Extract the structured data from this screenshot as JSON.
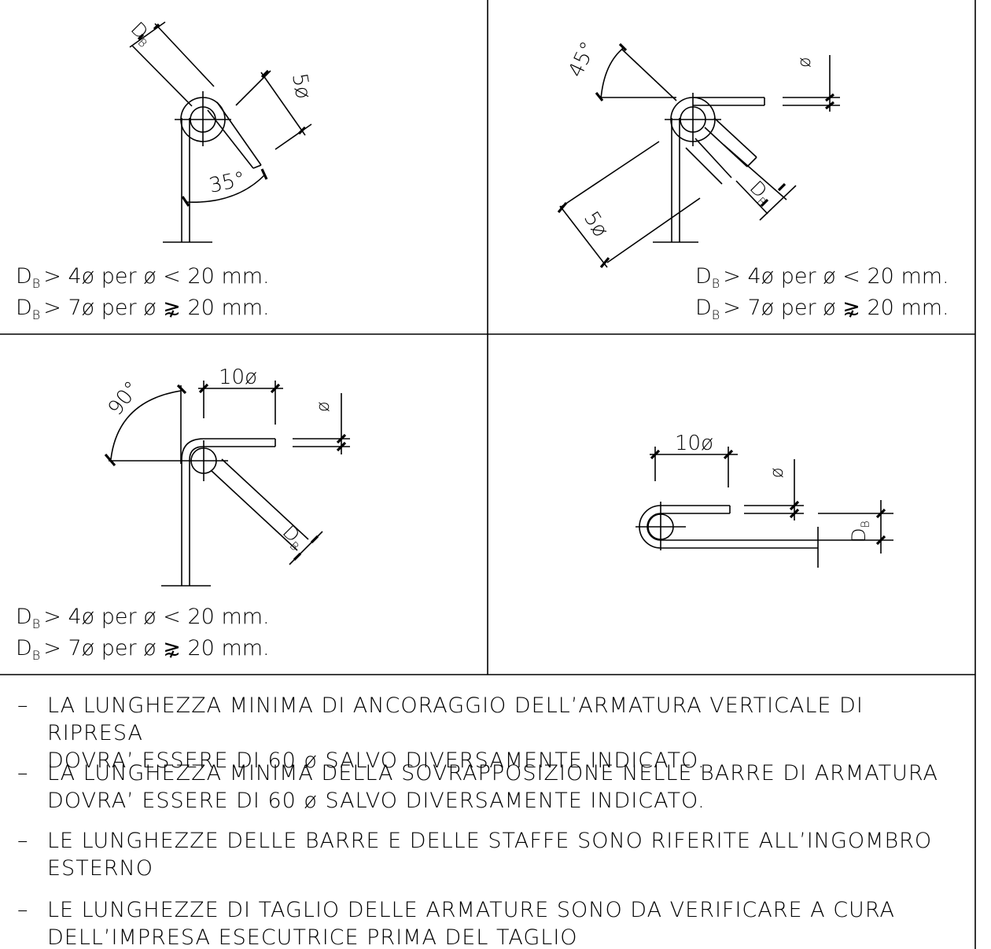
{
  "dims": {
    "db": "D",
    "db_sub": "B",
    "five_phi": "5ø",
    "ten_phi": "10ø",
    "phi": "ø",
    "angle_35": "35°",
    "angle_45": "45°",
    "angle_90": "90°"
  },
  "condition_lines": [
    {
      "sym": "D",
      "sub": "B",
      "rest": "> 4ø  per  ø < 20  mm."
    },
    {
      "sym": "D",
      "sub": "B",
      "rest": "> 7ø  per  ø ⋧ 20  mm."
    }
  ],
  "notes": [
    "LA LUNGHEZZA MINIMA DI ANCORAGGIO DELL’ARMATURA VERTICALE DI RIPRESA\nDOVRA’ ESSERE DI 60 ø SALVO DIVERSAMENTE INDICATO.",
    "LA LUNGHEZZA MINIMA DELLA SOVRAPPOSIZIONE NELLE BARRE DI ARMATURA\nDOVRA’ ESSERE DI 60 ø SALVO DIVERSAMENTE INDICATO.",
    "LE LUNGHEZZE DELLE BARRE E DELLE STAFFE SONO RIFERITE ALL’INGOMBRO\nESTERNO",
    "LE LUNGHEZZE DI TAGLIO DELLE ARMATURE SONO DA VERIFICARE A CURA\nDELL’IMPRESA ESECUTRICE PRIMA DEL TAGLIO"
  ],
  "note_dash": "–"
}
